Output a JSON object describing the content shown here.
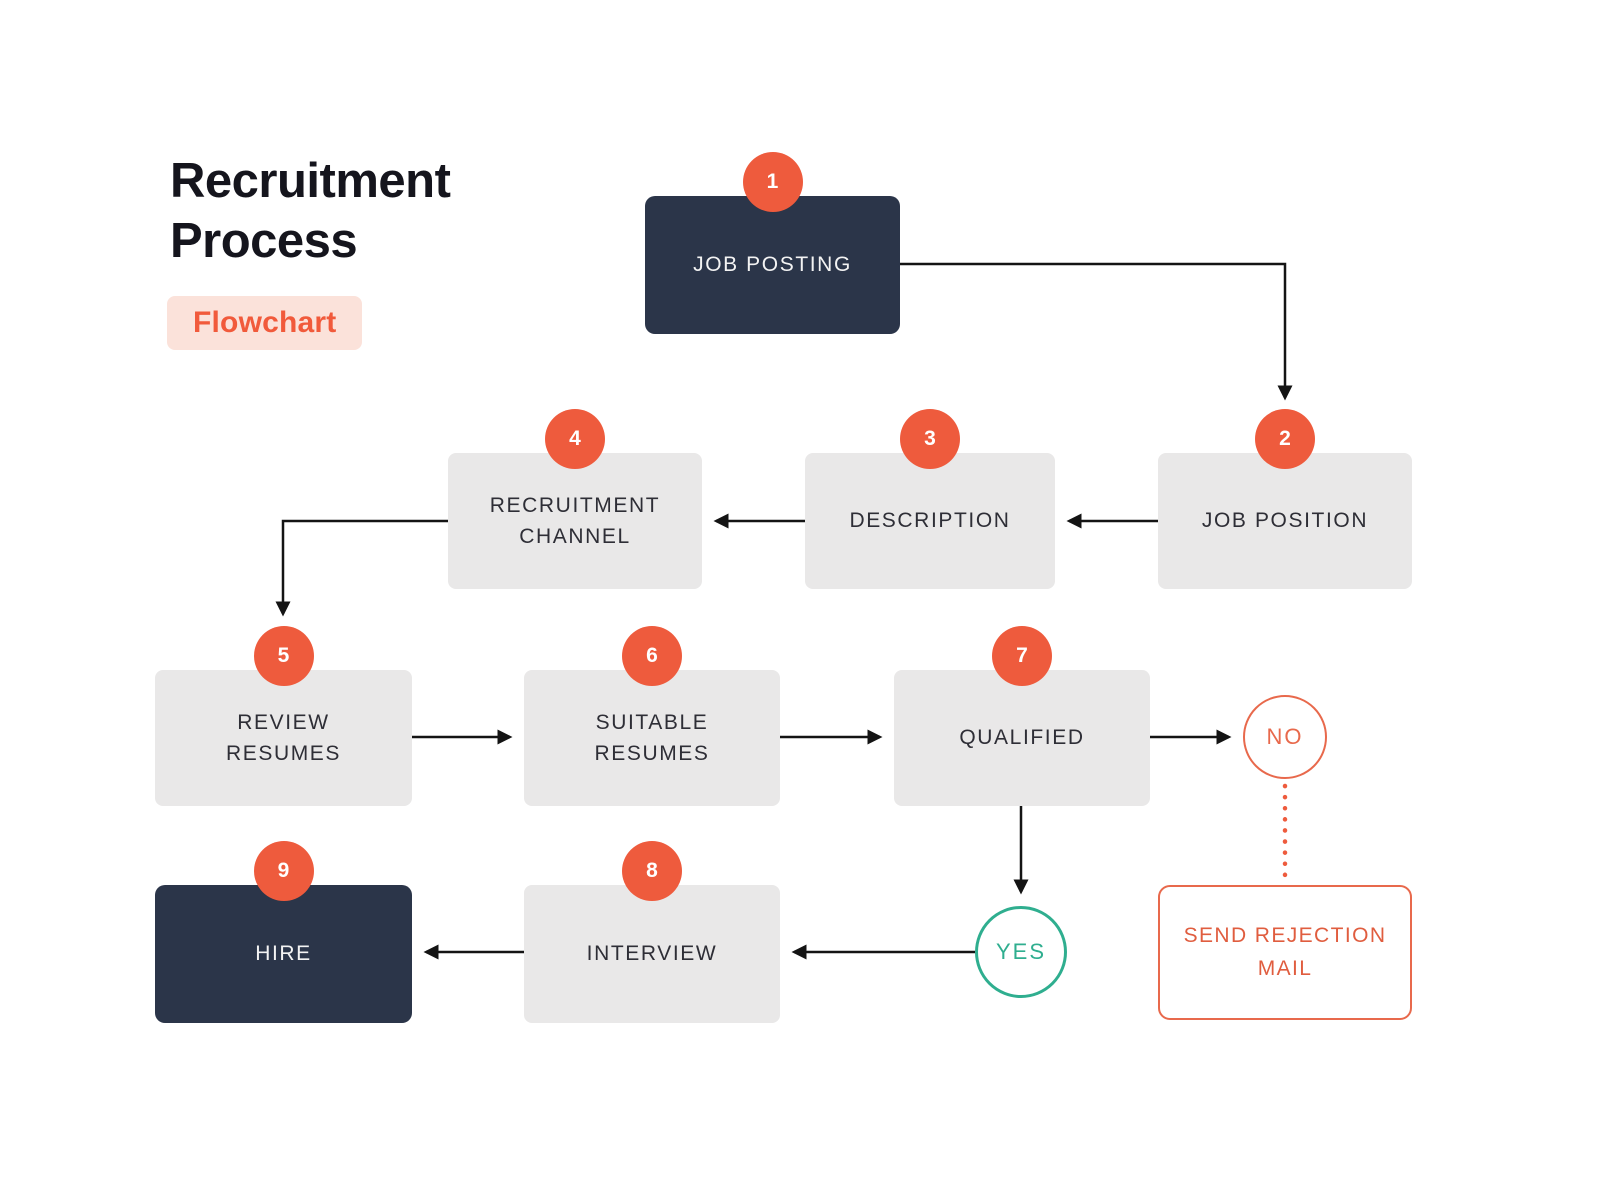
{
  "header": {
    "title": "Recruitment Process",
    "badge": "Flowchart"
  },
  "colors": {
    "accent_orange": "#EE5B3D",
    "navy": "#2B3549",
    "light_gray": "#E9E8E8",
    "green": "#2FAE8F",
    "badge_bg": "#FBE2DA",
    "arrow": "#141414"
  },
  "nodes": [
    {
      "id": "job-posting",
      "number": "1",
      "label": "JOB POSTING",
      "style": "dark"
    },
    {
      "id": "job-position",
      "number": "2",
      "label": "JOB POSITION",
      "style": "light"
    },
    {
      "id": "description",
      "number": "3",
      "label": "DESCRIPTION",
      "style": "light"
    },
    {
      "id": "recruitment-channel",
      "number": "4",
      "label": "RECRUITMENT CHANNEL",
      "style": "light"
    },
    {
      "id": "review-resumes",
      "number": "5",
      "label": "REVIEW RESUMES",
      "style": "light"
    },
    {
      "id": "suitable-resumes",
      "number": "6",
      "label": "SUITABLE RESUMES",
      "style": "light"
    },
    {
      "id": "qualified",
      "number": "7",
      "label": "QUALIFIED",
      "style": "light"
    },
    {
      "id": "interview",
      "number": "8",
      "label": "INTERVIEW",
      "style": "light"
    },
    {
      "id": "hire",
      "number": "9",
      "label": "HIRE",
      "style": "dark"
    }
  ],
  "decisions": [
    {
      "id": "no",
      "label": "NO",
      "color": "orange"
    },
    {
      "id": "yes",
      "label": "YES",
      "color": "green"
    }
  ],
  "outcome": {
    "id": "send-rejection-mail",
    "label": "SEND REJECTION MAIL"
  },
  "edges": [
    {
      "from": "job-posting",
      "to": "job-position",
      "style": "solid"
    },
    {
      "from": "job-position",
      "to": "description",
      "style": "solid"
    },
    {
      "from": "description",
      "to": "recruitment-channel",
      "style": "solid"
    },
    {
      "from": "recruitment-channel",
      "to": "review-resumes",
      "style": "solid"
    },
    {
      "from": "review-resumes",
      "to": "suitable-resumes",
      "style": "solid"
    },
    {
      "from": "suitable-resumes",
      "to": "qualified",
      "style": "solid"
    },
    {
      "from": "qualified",
      "to": "no",
      "style": "solid"
    },
    {
      "from": "qualified",
      "to": "yes",
      "style": "solid"
    },
    {
      "from": "no",
      "to": "send-rejection-mail",
      "style": "dotted"
    },
    {
      "from": "yes",
      "to": "interview",
      "style": "solid"
    },
    {
      "from": "interview",
      "to": "hire",
      "style": "solid"
    }
  ]
}
